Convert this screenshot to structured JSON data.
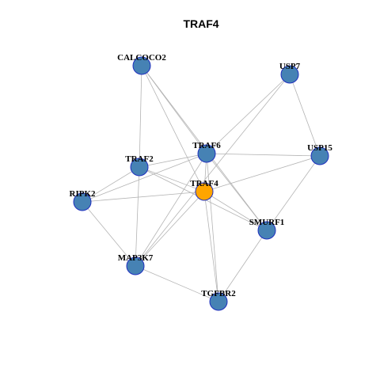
{
  "title": "TRAF4",
  "colors": {
    "node_fill": "#4682b4",
    "node_stroke": "#1f2fbf",
    "center_fill": "#ffa500",
    "edge": "#b4b4b4"
  },
  "network": {
    "center": "TRAF4",
    "nodes": [
      {
        "id": "CALCOCO2"
      },
      {
        "id": "USP7"
      },
      {
        "id": "TRAF6"
      },
      {
        "id": "USP15"
      },
      {
        "id": "TRAF2"
      },
      {
        "id": "TRAF4"
      },
      {
        "id": "RIPK2"
      },
      {
        "id": "SMURF1"
      },
      {
        "id": "MAP3K7"
      },
      {
        "id": "TGFBR2"
      }
    ],
    "edges": [
      [
        "CALCOCO2",
        "TRAF6"
      ],
      [
        "CALCOCO2",
        "TRAF2"
      ],
      [
        "CALCOCO2",
        "TRAF4"
      ],
      [
        "CALCOCO2",
        "SMURF1"
      ],
      [
        "USP7",
        "TRAF6"
      ],
      [
        "USP7",
        "USP15"
      ],
      [
        "USP7",
        "MAP3K7"
      ],
      [
        "TRAF6",
        "USP15"
      ],
      [
        "TRAF6",
        "TRAF2"
      ],
      [
        "TRAF6",
        "TRAF4"
      ],
      [
        "TRAF6",
        "RIPK2"
      ],
      [
        "TRAF6",
        "SMURF1"
      ],
      [
        "TRAF6",
        "MAP3K7"
      ],
      [
        "TRAF6",
        "TGFBR2"
      ],
      [
        "TRAF2",
        "TRAF4"
      ],
      [
        "TRAF2",
        "RIPK2"
      ],
      [
        "TRAF2",
        "SMURF1"
      ],
      [
        "TRAF2",
        "MAP3K7"
      ],
      [
        "TRAF4",
        "RIPK2"
      ],
      [
        "TRAF4",
        "USP15"
      ],
      [
        "TRAF4",
        "SMURF1"
      ],
      [
        "TRAF4",
        "MAP3K7"
      ],
      [
        "TRAF4",
        "TGFBR2"
      ],
      [
        "USP15",
        "SMURF1"
      ],
      [
        "RIPK2",
        "MAP3K7"
      ],
      [
        "MAP3K7",
        "TGFBR2"
      ],
      [
        "SMURF1",
        "TGFBR2"
      ]
    ]
  }
}
